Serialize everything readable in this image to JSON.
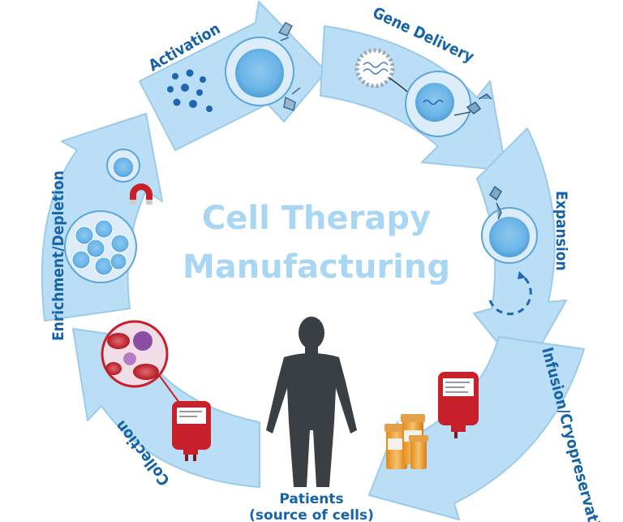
{
  "title": {
    "line1": "Cell Therapy",
    "line2": "Manufacturing"
  },
  "stages": {
    "activation": "Activation",
    "gene_delivery": "Gene Delivery",
    "expansion": "Expansion",
    "infusion": "Infusion/Cryopreservation",
    "collection": "Collection",
    "enrichment": "Enrichment/Depletion"
  },
  "patients": {
    "line1": "Patients",
    "line2": "(source of cells)"
  },
  "colors": {
    "arrow_fill": "#b9def5",
    "arrow_stroke": "#9ccbea",
    "label": "#1763a8",
    "title": "#a9d7f3",
    "dark_blue": "#1e66b0",
    "blood": "#c8202b"
  }
}
